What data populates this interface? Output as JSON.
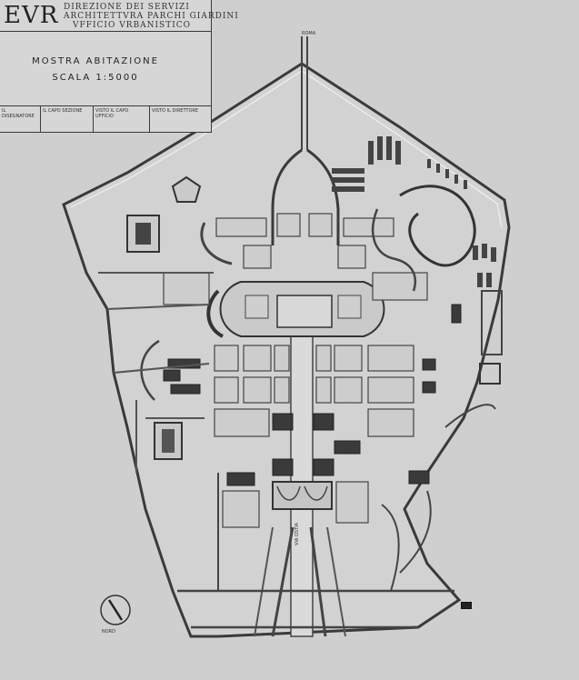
{
  "title_block": {
    "logo": "EVR",
    "direzione": [
      "DIREZIONE DEI SERVIZI",
      "ARCHITETTVRA PARCHI GIARDINI",
      "VFFICIO VRBANISTICO"
    ],
    "mostra": "MOSTRA ABITAZIONE",
    "scala": "SCALA 1:5000",
    "sig_cells": [
      "VISTO IL CAPO UFFICIO",
      "VISTO IL DIRETTORE"
    ],
    "sig_cells_small": [
      "IL DISEGNATORE",
      "IL CAPO SEZIONE"
    ]
  },
  "map_labels": {
    "roma": "ROMA",
    "ostia": "VIA OSTIA",
    "north": "NORD"
  },
  "colors": {
    "paper": "#cfcfcf",
    "ink": "#2a2a2a",
    "block": "#bfbfbf",
    "dark": "#3a3a3a"
  }
}
